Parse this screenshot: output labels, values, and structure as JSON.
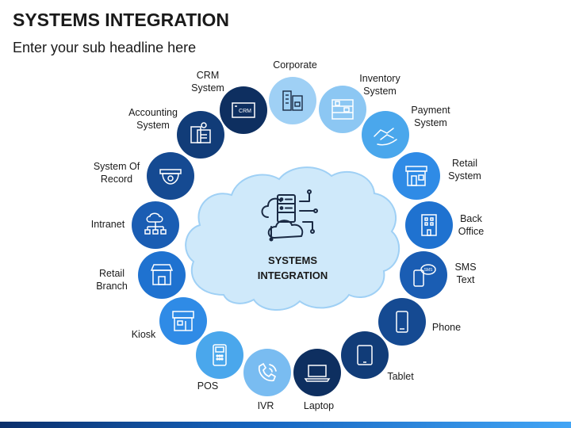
{
  "title": "SYSTEMS INTEGRATION",
  "subtitle": "Enter your sub headline here",
  "center": {
    "line1": "SYSTEMS",
    "line2": "INTEGRATION",
    "icon": "cloud-server-icon"
  },
  "colors": {
    "navy": "#0d2c5c",
    "dark_blue": "#123f7d",
    "blue": "#1f6fcc",
    "mid_blue": "#2f8be6",
    "light_blue": "#64b5f6",
    "pale_blue": "#9fd0f5",
    "cloud": "#cfe9fa"
  },
  "nodes": [
    {
      "key": "corporate",
      "lines": [
        "Corporate"
      ],
      "icon": "buildings-icon",
      "color": "#9fd0f5"
    },
    {
      "key": "inventory",
      "lines": [
        "Inventory",
        "System"
      ],
      "icon": "shelves-icon",
      "color": "#8cc7f3"
    },
    {
      "key": "payment",
      "lines": [
        "Payment",
        "System"
      ],
      "icon": "handshake-icon",
      "color": "#4aa7ec"
    },
    {
      "key": "retail-system",
      "lines": [
        "Retail",
        "System"
      ],
      "icon": "shop-icon",
      "color": "#2f8be6"
    },
    {
      "key": "back-office",
      "lines": [
        "Back",
        "Office"
      ],
      "icon": "office-building-icon",
      "color": "#1f72d0"
    },
    {
      "key": "sms-text",
      "lines": [
        "SMS",
        "Text"
      ],
      "icon": "sms-phone-icon",
      "color": "#1a5db3"
    },
    {
      "key": "phone",
      "lines": [
        "Phone"
      ],
      "icon": "smartphone-icon",
      "color": "#154a92"
    },
    {
      "key": "tablet",
      "lines": [
        "Tablet"
      ],
      "icon": "tablet-icon",
      "color": "#113c78"
    },
    {
      "key": "laptop",
      "lines": [
        "Laptop"
      ],
      "icon": "laptop-icon",
      "color": "#0e2f60"
    },
    {
      "key": "ivr",
      "lines": [
        "IVR"
      ],
      "icon": "phone-call-icon",
      "color": "#79bcf1"
    },
    {
      "key": "pos",
      "lines": [
        "POS"
      ],
      "icon": "pos-terminal-icon",
      "color": "#4aa7ec"
    },
    {
      "key": "kiosk",
      "lines": [
        "Kiosk"
      ],
      "icon": "kiosk-icon",
      "color": "#2f8be6"
    },
    {
      "key": "retail-branch",
      "lines": [
        "Retail",
        "Branch"
      ],
      "icon": "storefront-icon",
      "color": "#1f72d0"
    },
    {
      "key": "intranet",
      "lines": [
        "Intranet"
      ],
      "icon": "network-icon",
      "color": "#1a5db3"
    },
    {
      "key": "system-of-record",
      "lines": [
        "System Of",
        "Record"
      ],
      "icon": "camera-dome-icon",
      "color": "#154a92"
    },
    {
      "key": "accounting",
      "lines": [
        "Accounting",
        "System"
      ],
      "icon": "accounting-docs-icon",
      "color": "#113c78"
    },
    {
      "key": "crm",
      "lines": [
        "CRM",
        "System"
      ],
      "icon": "crm-screen-icon",
      "color": "#0e2f60"
    }
  ]
}
